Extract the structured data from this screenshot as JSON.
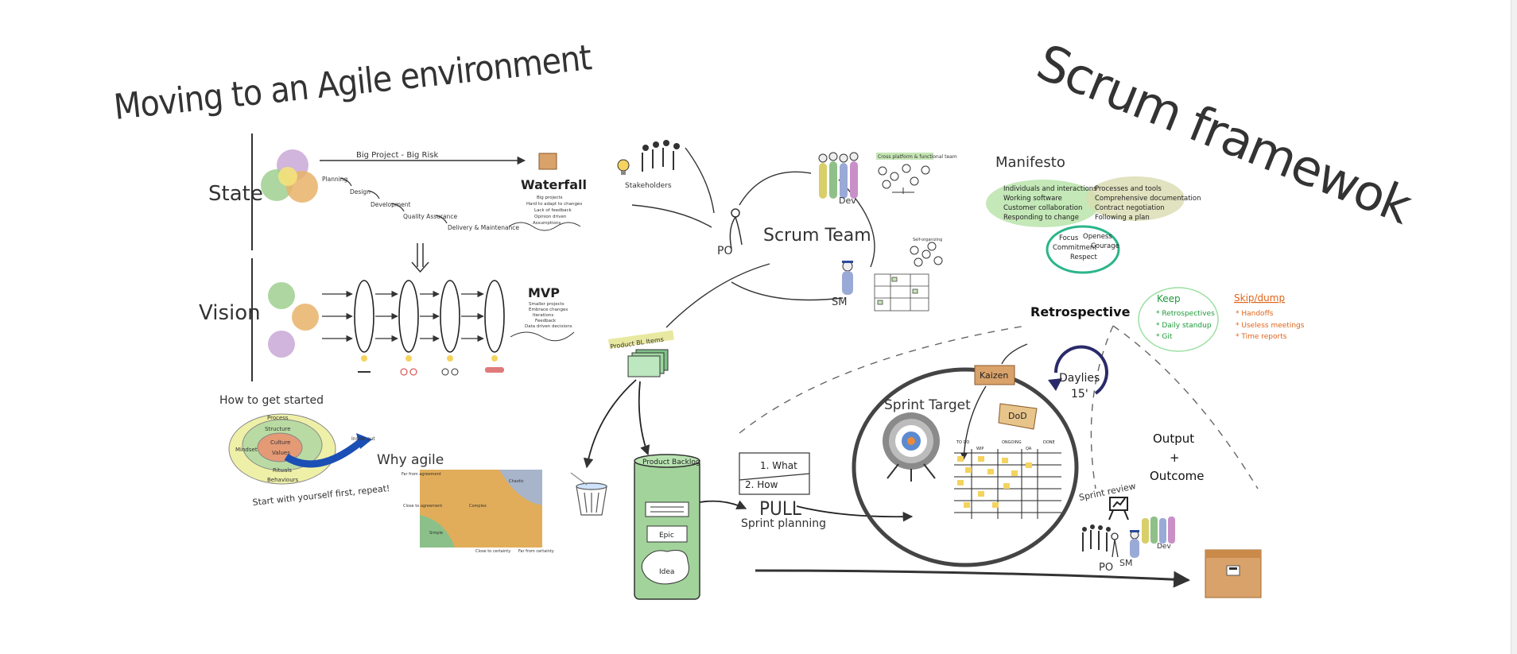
{
  "titles": {
    "left": "Moving to an Agile environment",
    "right": "Scrum framewok"
  },
  "state": {
    "label": "State",
    "big_project": "Big Project - Big Risk",
    "steps": [
      "Planning",
      "Design",
      "Development",
      "Quality Assurance",
      "Delivery & Maintenance"
    ],
    "waterfall_title": "Waterfall",
    "waterfall_notes": [
      "Big projects",
      "Hard to adapt to changes",
      "Lack of feedback",
      "Opinion driven",
      "Assumptions"
    ]
  },
  "vision": {
    "label": "Vision",
    "mvp_title": "MVP",
    "mvp_notes": [
      "Smaller projects",
      "Embrace changes",
      "Iterations",
      "Feedback",
      "Data driven decisions"
    ]
  },
  "how_to_start": {
    "title": "How to get started",
    "rings": [
      "Process",
      "Structure",
      "Culture",
      "Values",
      "Mindset",
      "Rituals",
      "Behaviours"
    ],
    "arrow_label": "Inside out",
    "footer": "Start with yourself first, repeat!"
  },
  "why_agile": {
    "title": "Why agile",
    "axis_left": "Far from agreement",
    "axis_left2": "Close to agreement",
    "axis_bottom": "Close to certainty",
    "axis_bottom2": "Far from certainty",
    "zones": [
      "Chaotic",
      "Complex",
      "Simple"
    ]
  },
  "scrum_team": {
    "title": "Scrum Team",
    "stakeholders": "Stakeholders",
    "po": "PO",
    "sm": "SM",
    "dev": "Dev",
    "cross_functional": "Cross platform & functional team",
    "self_org": "Self-organizing"
  },
  "manifesto": {
    "title": "Manifesto",
    "left_items": [
      "Individuals and interactions",
      "Working software",
      "Customer collaboration",
      "Responding to change"
    ],
    "right_items": [
      "Processes and tools",
      "Comprehensive documentation",
      "Contract negotiation",
      "Following a plan"
    ],
    "values": [
      "Focus",
      "Openess",
      "Commitment",
      "Courage",
      "Respect"
    ]
  },
  "retro": {
    "title": "Retrospective",
    "keep_title": "Keep",
    "keep_items": [
      "* Retrospectives",
      "* Daily standup",
      "* Git"
    ],
    "skip_title": "Skip/dump",
    "skip_items": [
      "* Handoffs",
      "* Useless meetings",
      "* Time reports"
    ]
  },
  "backlog": {
    "pbi_label": "Product BL Items",
    "title": "Product Backlog",
    "epic": "Epic",
    "idea": "Idea"
  },
  "planning": {
    "what": "1. What",
    "how": "2. How",
    "pull": "PULL",
    "label": "Sprint planning"
  },
  "sprint": {
    "target": "Sprint Target",
    "kaizen": "Kaizen",
    "dod": "DoD",
    "board_cols": [
      "TO DO",
      "WIP",
      "ONGOING",
      "QA",
      "DONE"
    ],
    "dailies": "Daylies",
    "dailies_time": "15'"
  },
  "output": {
    "line1": "Output",
    "plus": "+",
    "line2": "Outcome",
    "review": "Sprint review",
    "po": "PO",
    "sm": "SM",
    "dev": "Dev"
  },
  "colors": {
    "ink": "#333333",
    "green": "#7fc08a",
    "orange": "#e5a84f",
    "box": "#d9a26a",
    "teal": "#2bb58a",
    "navy": "#2a2a6a",
    "keep": "#1e9a3a",
    "skip": "#e0641a",
    "blue_arrow": "#1b4fb5"
  }
}
